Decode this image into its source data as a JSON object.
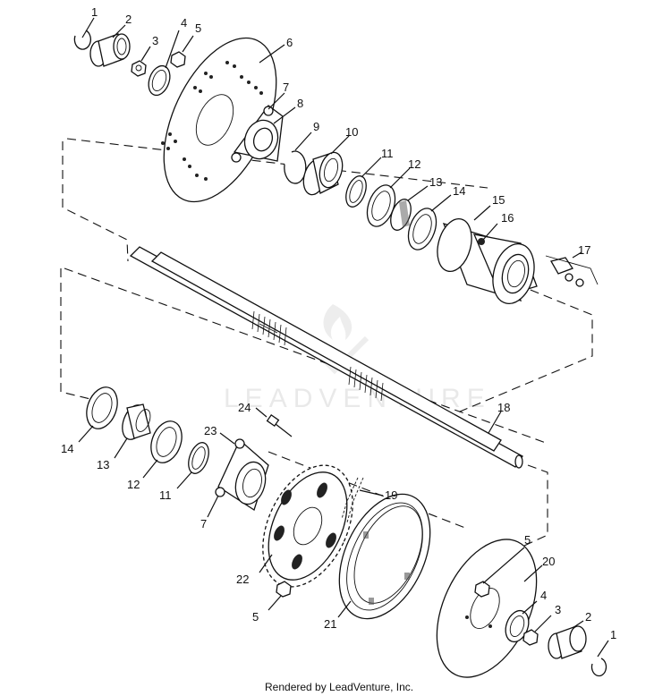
{
  "diagram": {
    "footer": "Rendered by LeadVenture, Inc.",
    "watermark": "LEADVENTURE",
    "callouts": {
      "c1_top": "1",
      "c2_top": "2",
      "c3_top": "3",
      "c4_top": "4",
      "c5_top": "5",
      "c6": "6",
      "c7_top": "7",
      "c8": "8",
      "c9": "9",
      "c10": "10",
      "c11_top": "11",
      "c12_top": "12",
      "c13_top": "13",
      "c14_top": "14",
      "c15": "15",
      "c16": "16",
      "c17": "17",
      "c18": "18",
      "c19": "19",
      "c20": "20",
      "c21": "21",
      "c22": "22",
      "c23": "23",
      "c24": "24",
      "c14_bot": "14",
      "c13_bot": "13",
      "c12_bot": "12",
      "c11_bot": "11",
      "c7_bot": "7",
      "c5_mid": "5",
      "c5_bot": "5",
      "c4_bot": "4",
      "c3_bot": "3",
      "c2_bot": "2",
      "c1_bot": "1"
    }
  }
}
